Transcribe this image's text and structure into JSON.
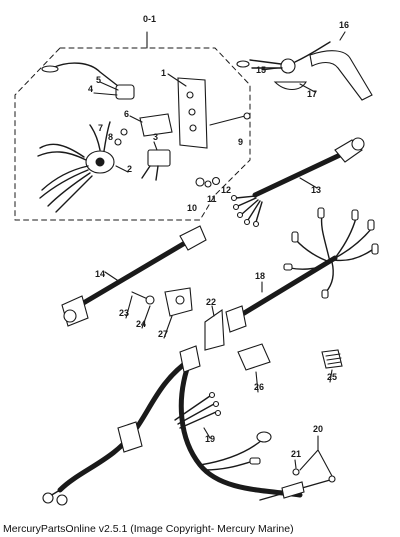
{
  "caption": "MercuryPartsOnline v2.5.1 (Image Copyright- Mercury Marine)",
  "callouts": {
    "c01": "0-1",
    "c1": "1",
    "c2": "2",
    "c3": "3",
    "c4": "4",
    "c5": "5",
    "c6": "6",
    "c7": "7",
    "c8": "8",
    "c9": "9",
    "c10": "10",
    "c11": "11",
    "c12": "12",
    "c13": "13",
    "c14": "14",
    "c15": "15",
    "c16": "16",
    "c17": "17",
    "c18": "18",
    "c19": "19",
    "c20": "20",
    "c21": "21",
    "c22": "22",
    "c23": "23",
    "c24": "24",
    "c25": "25",
    "c26": "26",
    "c27": "27"
  }
}
